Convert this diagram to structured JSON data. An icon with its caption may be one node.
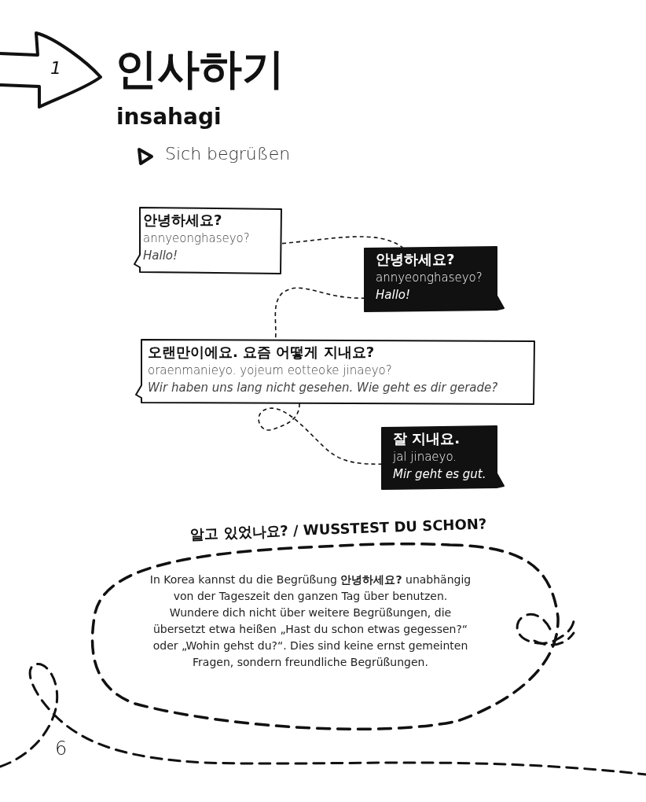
{
  "diagram": {
    "title": "인사하기",
    "nodes": [
      {
        "text": [
          "1"
        ]
      },
      {
        "text": [
          "안녕하세요?",
          "annyeonghaseyo?",
          "Hallo!"
        ]
      },
      {
        "text": [
          "안녕하세요?",
          "annyeonghaseyo?",
          "Hallo!"
        ]
      },
      {
        "text": [
          "오랜만이에요. 요즘 어떻게 지내요?",
          "oraenmanieyo. yojeum eotteoke jinaeyo?",
          "Wir haben uns lang nicht gesehen. Wie geht es dir gerade?"
        ]
      },
      {
        "text": [
          "잘 지내요.",
          "jal jinaeyo.",
          "Mir geht es gut."
        ]
      },
      {
        "text": [
          "알고 있었나요? / WUSSTEST DU SCHON?",
          "In Korea kannst du die Begrüßung **안녕하세요?** unabhängig von der Tageszeit den ganzen Tag über benutzen. Wundere dich nicht über weitere Begrüßungen, die übersetzt etwa heißen „Hast du schon etwas gegessen?“ oder „Wohin gehst du?“. Dies sind keine ernst gemeinten Fragen, sondern freundliche Begrüßungen."
        ]
      }
    ],
    "edges": [
      {
        "from": 1,
        "to": 2,
        "arrow": "none",
        "style": "dashed"
      },
      {
        "from": 2,
        "to": 3,
        "arrow": "none",
        "style": "dashed"
      },
      {
        "from": 3,
        "to": 4,
        "arrow": "none",
        "style": "dashed"
      }
    ],
    "labels": [
      "insahagi",
      "Sich begrüßen",
      "6"
    ]
  }
}
